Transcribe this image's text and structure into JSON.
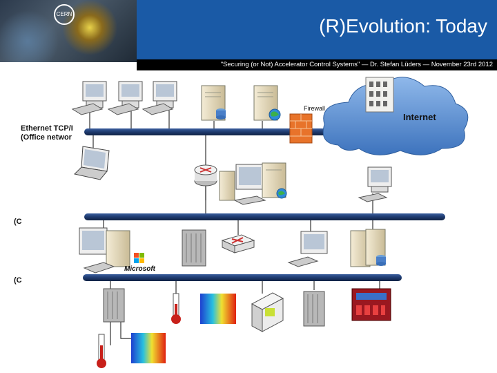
{
  "slide": {
    "title": "(R)Evolution: Today",
    "subtitle": "\"Securing (or Not) Accelerator Control Systems\" — Dr. Stefan Lüders — November 23rd 2012",
    "logo_text": "CERN"
  },
  "labels": {
    "ethernet_line1": "Ethernet TCP/I",
    "ethernet_line2": "(Office networ",
    "firewall": "Firewall",
    "internet": "Internet",
    "microsoft": "Microsoft",
    "mid_left": "(C",
    "low_left": "(C"
  },
  "colors": {
    "header_blue": "#1a5aa6",
    "bus_blue": "#1e3a6e",
    "cloud_blue": "#4f86c8",
    "firewall_orange": "#e8732a"
  }
}
